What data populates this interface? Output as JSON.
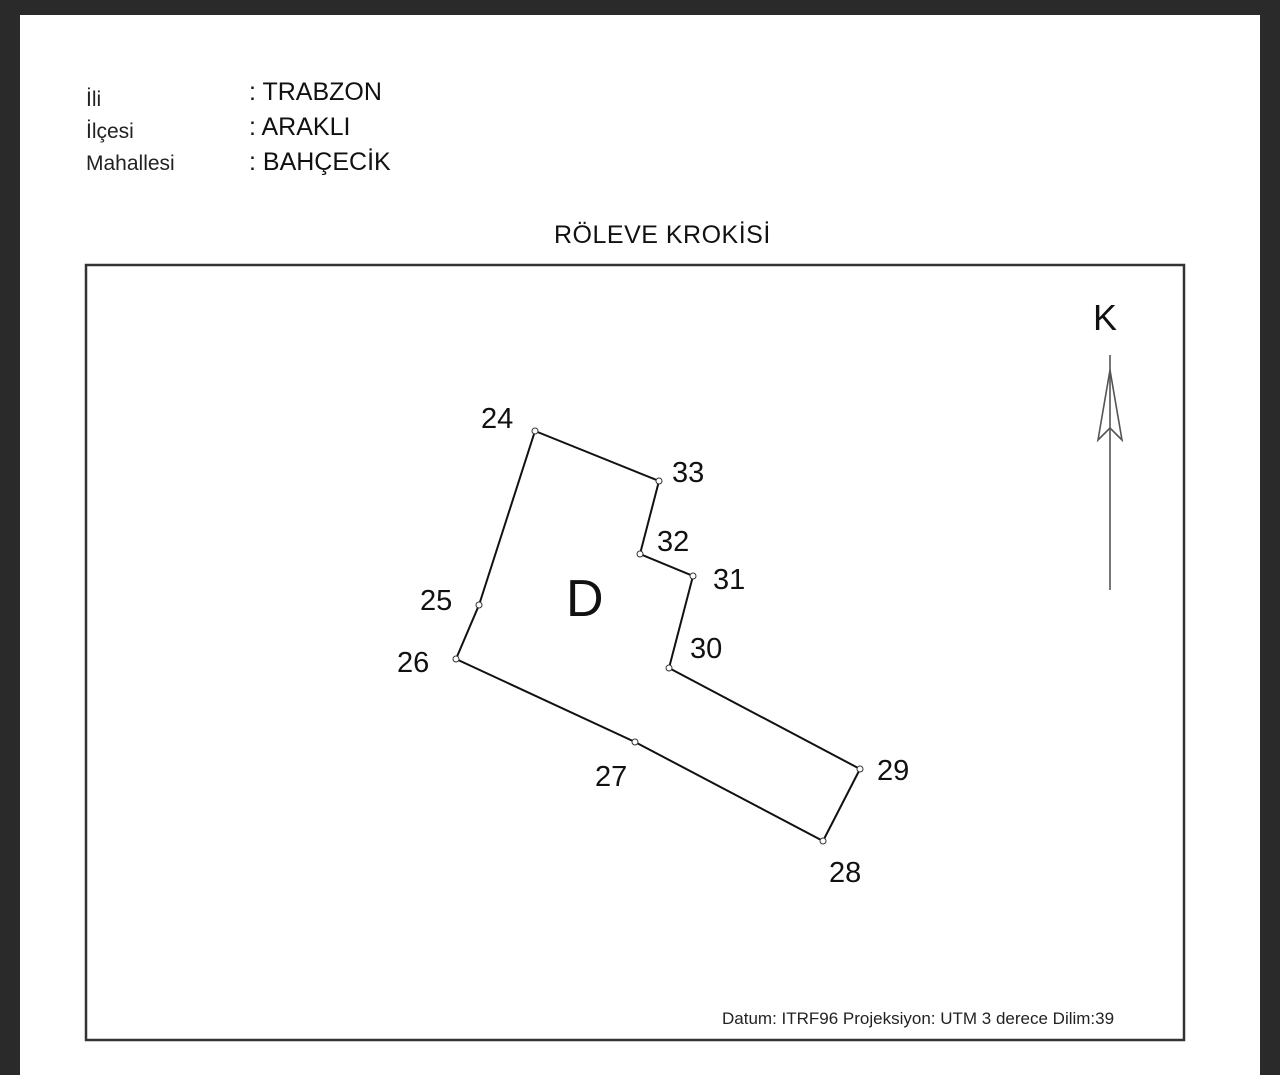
{
  "header": {
    "fields": [
      {
        "label": "İli",
        "value": ": TRABZON"
      },
      {
        "label": "İlçesi",
        "value": ": ARAKLI"
      },
      {
        "label": "Mahallesi",
        "value": ": BAHÇECİK"
      }
    ]
  },
  "title": "RÖLEVE KROKİSİ",
  "sketch": {
    "parcel_label": "D",
    "north_label": "K",
    "points": [
      "24",
      "33",
      "32",
      "31",
      "30",
      "29",
      "28",
      "27",
      "26",
      "25"
    ]
  },
  "footer": "Datum: ITRF96 Projeksiyon: UTM 3 derece Dilim:39"
}
